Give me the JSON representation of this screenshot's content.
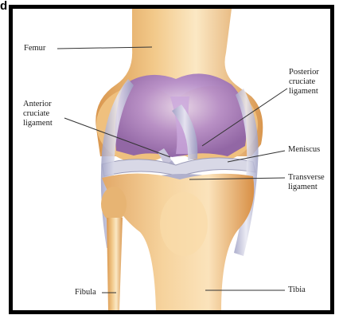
{
  "figure": {
    "panel_letter": "d"
  },
  "labels": {
    "femur": "Femur",
    "posterior_cruciate": "Posterior\ncruciate\nligament",
    "anterior_cruciate": "Anterior\ncruciate\nligament",
    "meniscus": "Meniscus",
    "transverse": "Transverse\nligament",
    "fibula": "Fibula",
    "tibia": "Tibia"
  },
  "colors": {
    "bone": "#f2c98a",
    "bone_light": "#fbe8c4",
    "bone_shadow": "#d9964e",
    "cartilage": "#a77cc0",
    "cartilage_light": "#d8c2e4",
    "ligament": "#b9bbd6",
    "ligament_light": "#e8e8f2",
    "frame": "#000000"
  }
}
